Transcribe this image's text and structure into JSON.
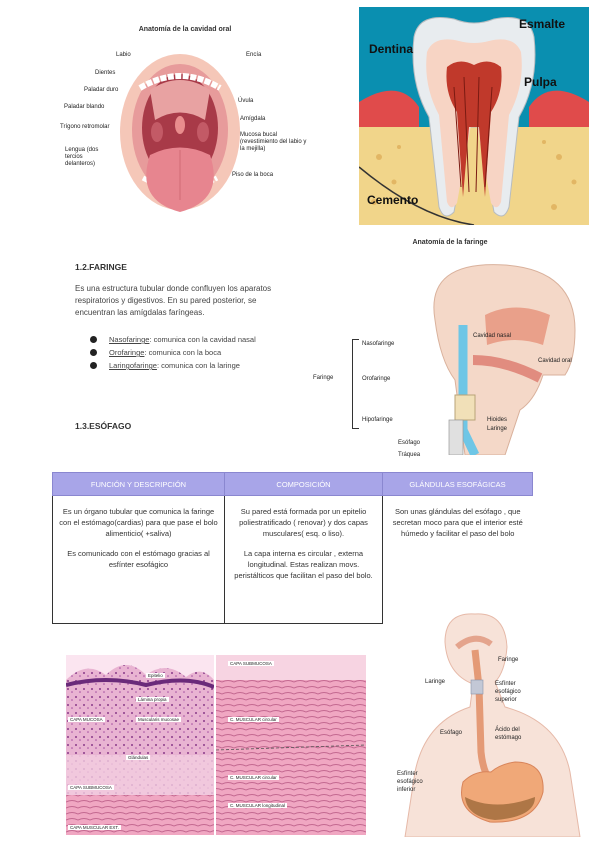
{
  "mouth_figure": {
    "title": "Anatomía de la cavidad oral",
    "labels": {
      "labio": "Labio",
      "encia": "Encía",
      "dientes": "Dientes",
      "paladar_duro": "Paladar duro",
      "paladar_blando": "Paladar blando",
      "uvula": "Úvula",
      "trigono": "Trígono retromolar",
      "amigdala": "Amígdala",
      "lengua": "Lengua (dos tercios delanteros)",
      "mucosa": "Mucosa bucal (revestimiento del labio y la mejilla)",
      "piso": "Piso de la boca"
    }
  },
  "tooth_figure": {
    "labels": {
      "esmalte": "Esmalte",
      "dentina": "Dentina",
      "pulpa": "Pulpa",
      "cemento": "Cemento"
    },
    "colors": {
      "enamel": "#eef0f2",
      "dentin": "#f7d4c4",
      "pulp": "#c0392b",
      "gum": "#d9534f",
      "bone": "#f1d58a",
      "background": "#0a8fb0"
    }
  },
  "pharynx_figure": {
    "title": "Anatomía de la faringe",
    "labels": {
      "nasofaringe": "Nasofaringe",
      "cavidad_nasal": "Cavidad nasal",
      "faringe": "Faringe",
      "orofaringe": "Orofaringe",
      "cavidad_oral": "Cavidad oral",
      "hipofaringe": "Hipofaringe",
      "hioides": "Hioides",
      "laringe": "Laringe",
      "esofago": "Esófago",
      "traquea": "Tráquea"
    }
  },
  "section_faringe": {
    "heading": "1.2.FARINGE",
    "paragraph": "Es una estructura tubular donde confluyen los aparatos respiratorios y digestivos. En su pared posterior, se encuentran las amígdalas faríngeas.",
    "items": [
      {
        "term": "Nasofaringe",
        "rest": ": comunica con la cavidad nasal"
      },
      {
        "term": "Orofaringe",
        "rest": ": comunica con la boca"
      },
      {
        "term": "Laringofaringe",
        "rest": ": comunica con la laringe"
      }
    ]
  },
  "section_esofago": {
    "heading": "1.3.ESÓFAGO"
  },
  "table": {
    "headers": [
      "FUNCIÓN Y DESCRIPCIÓN",
      "COMPOSICIÓN",
      "GLÁNDULAS ESOFÁGICAS"
    ],
    "col1": [
      "Es un órgano tubular que comunica la faringe con el estómago(cardias) para que pase el bolo alimenticio( +saliva)",
      "Es comunicado con el estómago gracias al esfínter esofágico"
    ],
    "col2": [
      "Su pared está formada por un epitelio poliestratificado ( renovar) y dos capas musculares( esq. o liso).",
      "La capa interna es circular , externa longitudinal. Estas realizan movs. peristálticos que facilitan el paso del bolo."
    ],
    "col3": [
      "Son unas glándulas del esófago , que secretan moco para que el interior esté húmedo y facilitar el paso del bolo"
    ],
    "header_color": "#a8a5e8"
  },
  "histology_figure": {
    "labels": {
      "capa_submucosa_top": "CAPA SUBMUCOSA",
      "epitelio": "Epitelio",
      "lamina_propia": "Lámina propia",
      "capa_mucosa": "CAPA MUCOSA",
      "muscularis": "Muscularis mucosae",
      "glandulas": "Glándulas",
      "c_muscular_circular_1": "C. MUSCULAR circular",
      "capa_submucosa_mid": "CAPA SUBMUCOSA",
      "c_muscular_circular_2": "C. MUSCULAR circular",
      "c_muscular_longitudinal": "C. MUSCULAR longitudinal",
      "capa_muscular_ext": "CAPA MUSCULAR EXT."
    }
  },
  "body_figure": {
    "labels": {
      "faringe": "Faringe",
      "laringe": "Laringe",
      "esfinter_sup": "Esfínter esofágico superior",
      "esofago": "Esófago",
      "acido": "Ácido del estómago",
      "esfinter_inf": "Esfínter esofágico inferior"
    }
  }
}
